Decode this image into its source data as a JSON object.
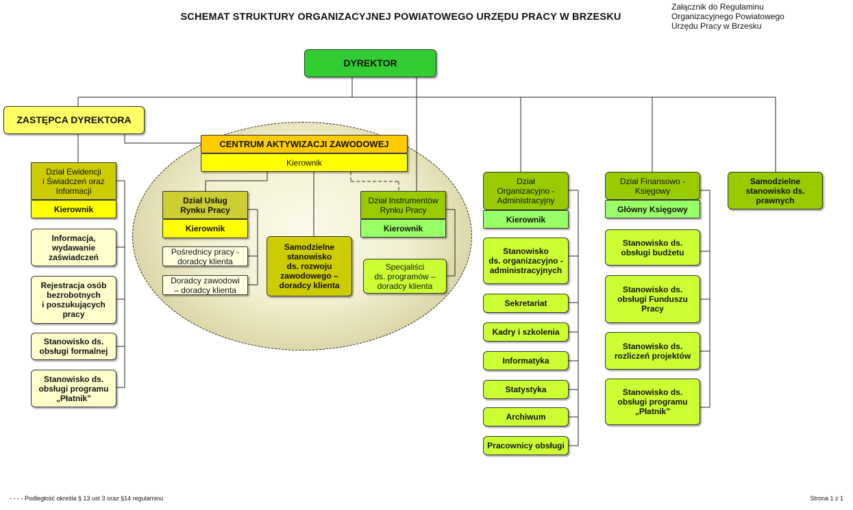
{
  "header": {
    "title": "SCHEMAT STRUKTURY ORGANIZACYJNEJ POWIATOWEGO URZĘDU PRACY W BRZESKU",
    "annex": "Załącznik do Regulaminu\nOrganizacyjnego Powiatowego\nUrzędu Pracy w Brzesku"
  },
  "colors": {
    "director": "#33cc33",
    "deputy": "#ffff66",
    "dark_olive": "#cccc00",
    "olive": "#cccc33",
    "yellow": "#ffff00",
    "light_yellow": "#ffffcc",
    "pale_yellow": "#ffffe0",
    "yellowgreen": "#99cc00",
    "light_green": "#99ff66",
    "lime": "#ccff33"
  },
  "top": {
    "director": "DYREKTOR",
    "deputy": "ZASTĘPCA DYREKTORA"
  },
  "ewidencja": {
    "head": "Dział Ewidencji\ni Świadczeń oraz\nInformacji",
    "manager": "Kierownik",
    "items": [
      "Informacja,\nwydawanie\nzaświadczeń",
      "Rejestracja osób\nbezrobotnych\ni poszukujących\npracy",
      "Stanowisko ds.\nobsługi formalnej",
      "Stanowisko ds.\nobsługi programu\n„Płatnik”"
    ]
  },
  "centrum": {
    "head": "CENTRUM AKTYWIZACJI ZAWODOWEJ",
    "manager": "Kierownik",
    "uslug": {
      "head": "Dział Usług\nRynku Pracy",
      "manager": "Kierownik",
      "items": [
        "Pośrednicy pracy -\ndoradcy klienta",
        "Doradcy zawodowi\n– doradcy klienta"
      ]
    },
    "samodzielne": "Samodzielne\nstanowisko\nds. rozwoju\nzawodowego –\ndoradcy klienta",
    "instrumentow": {
      "head": "Dział Instrumentów\nRynku Pracy",
      "manager": "Kierownik",
      "items": [
        "Specjaliści\nds. programów –\ndoradcy klienta"
      ]
    }
  },
  "organizacyjno": {
    "head": "Dział\nOrganizacyjno -\nAdministracyjny",
    "manager": "Kierownik",
    "items": [
      "Stanowisko\nds. organizacyjno -\nadministracyjnych",
      "Sekretariat",
      "Kadry i szkolenia",
      "Informatyka",
      "Statystyka",
      "Archiwum",
      "Pracownicy obsługi"
    ]
  },
  "finansowo": {
    "head": "Dział Finansowo -\nKsięgowy",
    "manager": "Główny Księgowy",
    "items": [
      "Stanowisko ds.\nobsługi budżetu",
      "Stanowisko ds.\nobsługi Funduszu\nPracy",
      "Stanowisko ds.\nrozliczeń projektów",
      "Stanowisko ds.\nobsługi programu\n„Płatnik”"
    ]
  },
  "prawne": "Samodzielne\nstanowisko ds.\nprawnych",
  "footer": {
    "note": "- - - -  Podległość określa § 13 ust 3 oraz §14 regulaminu",
    "page": "Strona 1 z 1"
  }
}
